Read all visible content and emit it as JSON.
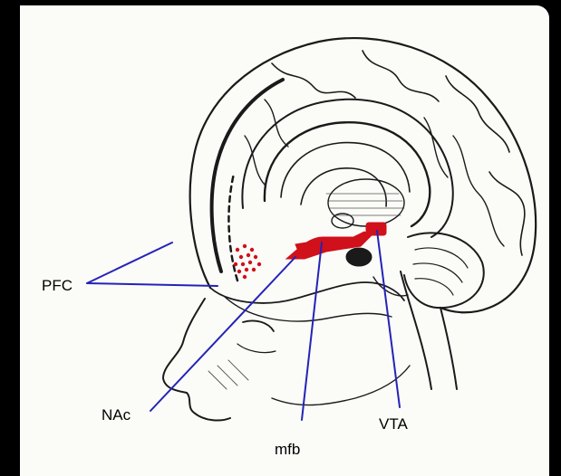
{
  "labels": {
    "pfc": "PFC",
    "nac": "NAc",
    "mfb": "mfb",
    "vta": "VTA"
  },
  "colors": {
    "background": "#000000",
    "panel": "#fbfbf8",
    "pointer": "#2323b8",
    "pathway": "#d0101a",
    "ink": "#1a1a1a"
  }
}
